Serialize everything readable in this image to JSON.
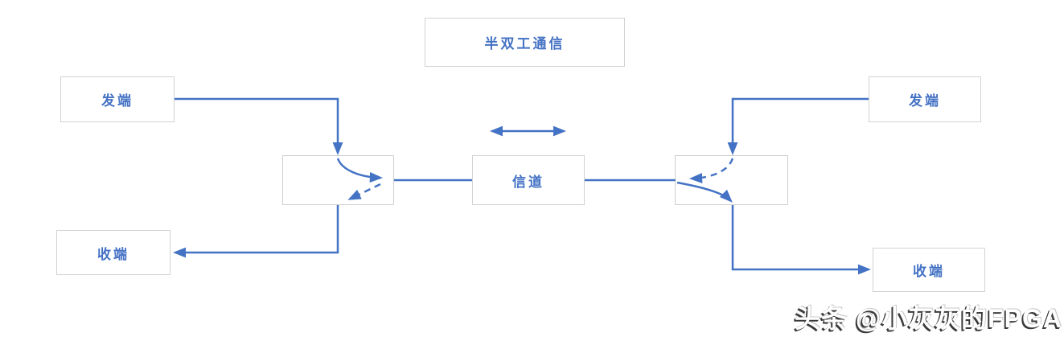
{
  "diagram": {
    "title": "半双工通信",
    "nodes": {
      "tx_left": {
        "label": "发端"
      },
      "rx_left": {
        "label": "收端"
      },
      "channel": {
        "label": "信道"
      },
      "tx_right": {
        "label": "发端"
      },
      "rx_right": {
        "label": "收端"
      }
    },
    "colors": {
      "line_blue": "#4472C4",
      "box_border": "#D2D2D2",
      "label_text": "#4472C4"
    }
  },
  "watermark": {
    "text": "头条 @小灰灰的FPGA"
  }
}
